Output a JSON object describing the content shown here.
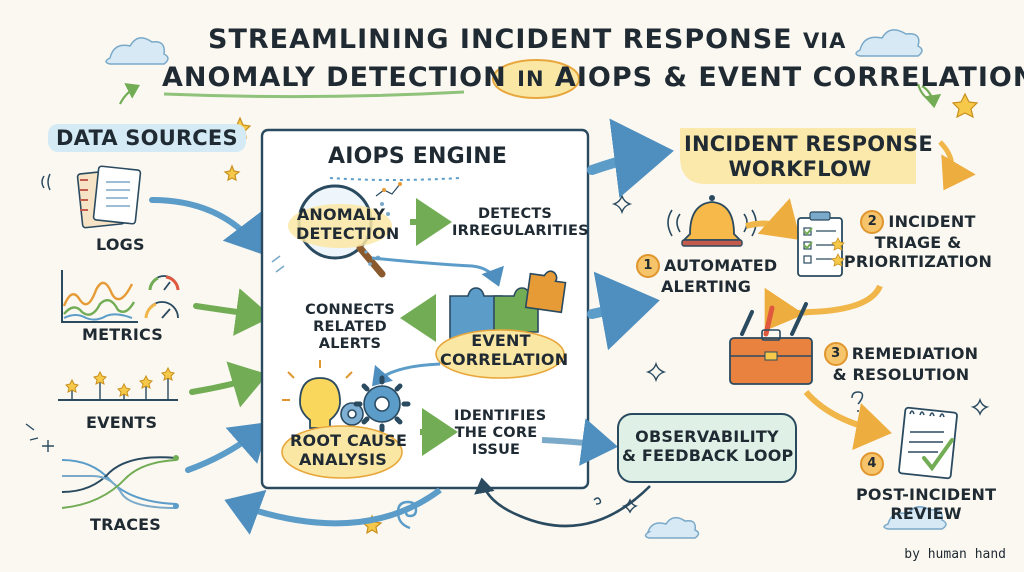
{
  "title": {
    "line1": "STREAMLINING INCIDENT RESPONSE",
    "via": "VIA",
    "anomaly": "ANOMALY DETECTION",
    "in": "IN",
    "aiops": "AIOPS",
    "rest": "& EVENT CORRELATION"
  },
  "data_sources": {
    "heading": "DATA SOURCES",
    "items": [
      "LOGS",
      "METRICS",
      "EVENTS",
      "TRACES"
    ]
  },
  "engine": {
    "heading": "AIOPS ENGINE",
    "anomaly_detection": [
      "ANOMALY",
      "DETECTION"
    ],
    "detects": [
      "DETECTS",
      "IRREGULARITIES"
    ],
    "connects": [
      "CONNECTS",
      "RELATED",
      "ALERTS"
    ],
    "event_correlation": [
      "EVENT",
      "CORRELATION"
    ],
    "root_cause": [
      "ROOT CAUSE",
      "ANALYSIS"
    ],
    "identifies": [
      "IDENTIFIES",
      "THE CORE",
      "ISSUE"
    ]
  },
  "workflow": {
    "heading": [
      "INCIDENT RESPONSE",
      "WORKFLOW"
    ],
    "steps": [
      {
        "num": "1",
        "lines": [
          "AUTOMATED",
          "ALERTING"
        ]
      },
      {
        "num": "2",
        "lines": [
          "INCIDENT",
          "TRIAGE &",
          "PRIORITIZATION"
        ]
      },
      {
        "num": "3",
        "lines": [
          "REMEDIATION",
          "& RESOLUTION"
        ]
      },
      {
        "num": "4",
        "lines": [
          "POST-INCIDENT",
          "REVIEW"
        ]
      }
    ]
  },
  "observability": [
    "OBSERVABILITY",
    "& FEEDBACK LOOP"
  ],
  "signature": "by human hand",
  "colors": {
    "blue_arrow": "#5b9cc9",
    "green_arrow": "#7fb862",
    "yellow_arrow": "#f0b64a",
    "highlight_blue": "#d4ebf6",
    "highlight_yellow": "#fbe7a4",
    "ink": "#1f2a33"
  },
  "icons": [
    "cloud-icon",
    "star-icon",
    "notebook-icon",
    "chart-icon",
    "gauge-icon",
    "timeline-icon",
    "trace-lines-icon",
    "magnifier-icon",
    "puzzle-icon",
    "lightbulb-icon",
    "gears-icon",
    "bell-icon",
    "checklist-icon",
    "toolbox-icon",
    "review-pad-icon",
    "spiral-icon"
  ]
}
